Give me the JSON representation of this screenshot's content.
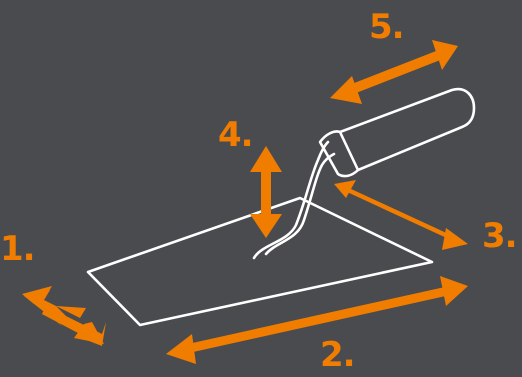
{
  "colors": {
    "background": "#4a4b4f",
    "accent": "#f07d00",
    "outline": "#ffffff"
  },
  "labels": {
    "one": "1.",
    "two": "2.",
    "three": "3.",
    "four": "4.",
    "five": "5."
  },
  "icons": {
    "tool": "trowel-outline-icon",
    "arrows": "double-headed-arrow-icon"
  }
}
